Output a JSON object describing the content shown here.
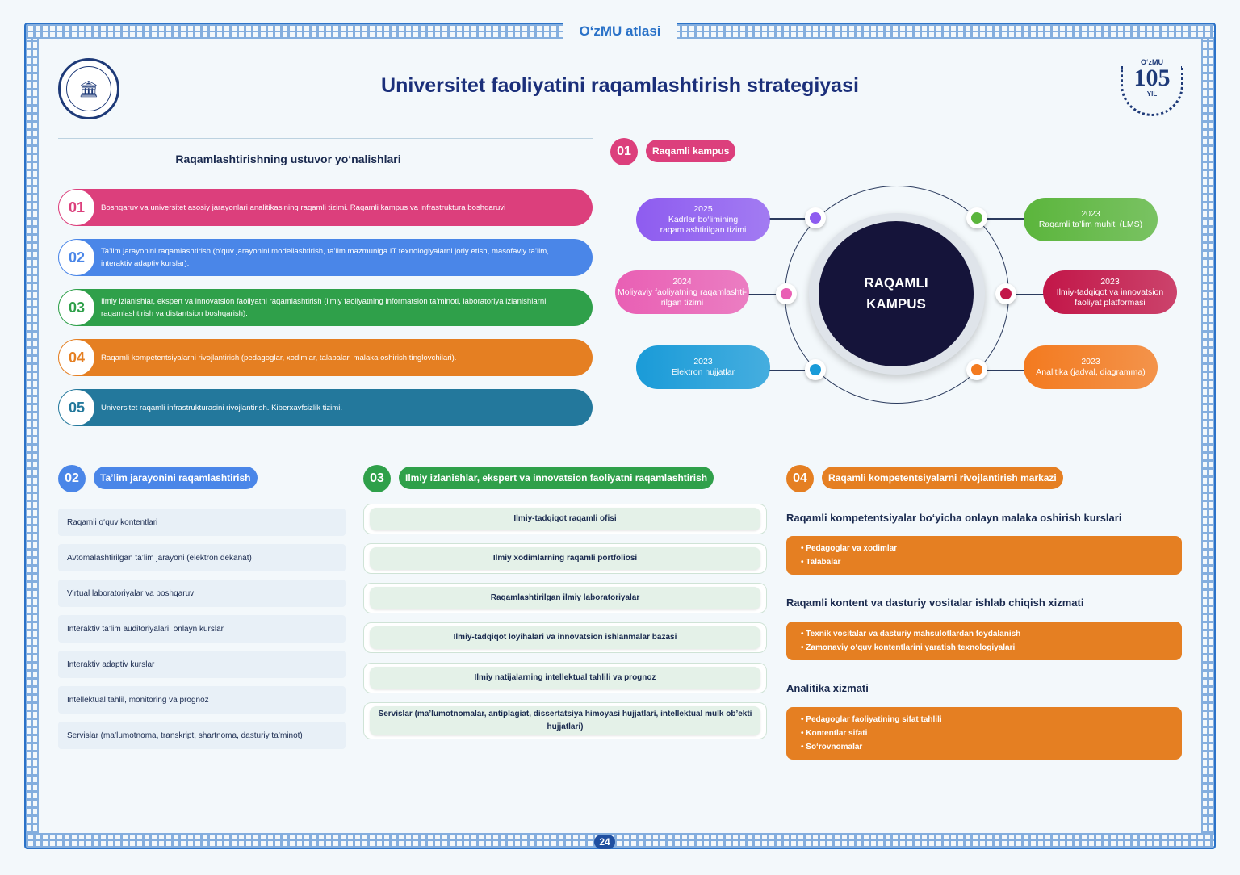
{
  "header": {
    "atlas": "O‘zMU atlasi",
    "title": "Universitet faoliyatini raqamlashtirish strategiyasi",
    "page": "24",
    "emblem": {
      "top": "O‘zMU",
      "number": "105",
      "bottom": "YIL"
    }
  },
  "priorities": {
    "title": "Raqamlashtirishning ustuvor yo‘nalishlari",
    "items": [
      {
        "num": "01",
        "text": "Boshqaruv va universitet asosiy jarayonlari analitikasining raqamli tizimi. Raqamli kampus va infrastruktura boshqaruvi",
        "color": "#dc3f7c"
      },
      {
        "num": "02",
        "text": "Ta’lim jarayonini raqamlashtirish (o‘quv jarayonini modellashtirish, ta’lim mazmuniga IT texnologiyalarni joriy etish, masofaviy ta’lim, interaktiv adaptiv kurslar).",
        "color": "#4a86e8"
      },
      {
        "num": "03",
        "text": "Ilmiy izlanishlar, ekspert va innovatsion faoliyatni raqamlashtirish (ilmiy faoliyatning informatsion ta’minoti, laboratoriya izlanishlarni raqamlashtirish va distantsion boshqarish).",
        "color": "#2fa04a"
      },
      {
        "num": "04",
        "text": "Raqamli kompetentsiyalarni rivojlantirish (pedagoglar, xodimlar, talabalar, malaka oshirish tinglovchilari).",
        "color": "#e57f22"
      },
      {
        "num": "05",
        "text": "Universitet raqamli infrastrukturasini rivojlantirish. Kiberxavfsizlik tizimi.",
        "color": "#23789c"
      }
    ]
  },
  "campus": {
    "badge": "01",
    "label": "Raqamli kampus",
    "core_line1": "RAQAMLI",
    "core_line2": "KAMPUS",
    "nodes": [
      {
        "year": "2025",
        "text": "Kadrlar bo‘limining raqamlashtirilgan tizimi",
        "color": "#8e5cf0"
      },
      {
        "year": "2024",
        "text": "Moliyaviy faoliyatning raqamlashti-rilgan tizimi",
        "color": "#e95fb4"
      },
      {
        "year": "2023",
        "text": "Elektron hujjatlar",
        "color": "#1a9bd8"
      },
      {
        "year": "2023",
        "text": "Raqamli ta’lim muhiti (LMS)",
        "color": "#5bb53c"
      },
      {
        "year": "2023",
        "text": "Ilmiy-tadqiqot va innovatsion faoliyat platformasi",
        "color": "#c21648"
      },
      {
        "year": "2023",
        "text": "Analitika (jadval, diagramma)",
        "color": "#f37a1f"
      }
    ]
  },
  "education": {
    "badge": "02",
    "label": "Ta’lim jarayonini raqamlashtirish",
    "items": [
      "Raqamli o‘quv kontentlari",
      "Avtomalashtirilgan ta’lim jarayoni (elektron dekanat)",
      "Virtual laboratoriyalar va boshqaruv",
      "Interaktiv ta’lim auditoriyalari, onlayn kurslar",
      "Interaktiv adaptiv kurslar",
      "Intellektual tahlil, monitoring va prognoz",
      "Servislar (ma’lumotnoma, transkript, shartnoma, dasturiy ta’minot)"
    ]
  },
  "research": {
    "badge": "03",
    "label": "Ilmiy izlanishlar, ekspert va innovatsion faoliyatni raqamlashtirish",
    "items": [
      "Ilmiy-tadqiqot raqamli ofisi",
      "Ilmiy xodimlarning raqamli portfoliosi",
      "Raqamlashtirilgan ilmiy laboratoriyalar",
      "Ilmiy-tadqiqot loyihalari va innovatsion ishlanmalar bazasi",
      "Ilmiy natijalarning intellektual tahlili va prognoz",
      "Servislar (ma’lumotnomalar, antiplagiat, dissertatsiya himoyasi hujjatlari, intellektual mulk ob’ekti hujjatlari)"
    ]
  },
  "competence": {
    "badge": "04",
    "label": "Raqamli kompetentsiyalarni rivojlantirish markazi",
    "groups": [
      {
        "title": "Raqamli kompetentsiyalar bo‘yicha onlayn malaka oshirish kurslari",
        "items": [
          "Pedagoglar va xodimlar",
          "Talabalar"
        ]
      },
      {
        "title": "Raqamli kontent va dasturiy vositalar ishlab chiqish xizmati",
        "items": [
          "Texnik vositalar va dasturiy mahsulotlardan foydalanish",
          "Zamonaviy o‘quv kontentlarini yaratish texnologiyalari"
        ]
      },
      {
        "title": "Analitika xizmati",
        "items": [
          "Pedagoglar faoliyatining sifat tahlili",
          "Kontentlar sifati",
          "So‘rovnomalar"
        ]
      }
    ]
  }
}
